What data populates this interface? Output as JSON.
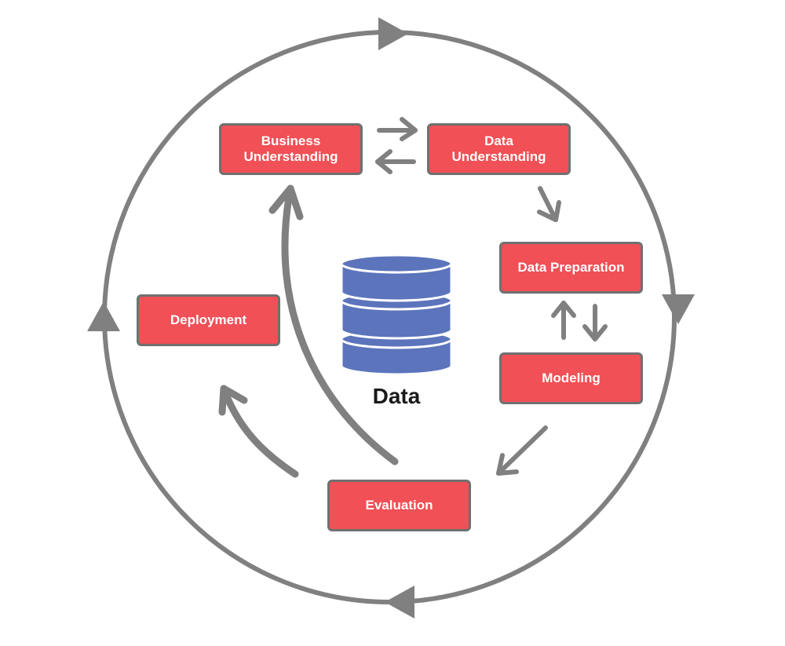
{
  "colors": {
    "box_fill": "#f05056",
    "box_border": "#707070",
    "arrow": "#808080",
    "database": "#5b74bb",
    "database_stroke": "#ffffff",
    "label": "#1a1a1a"
  },
  "center": {
    "icon": "database-icon",
    "label": "Data"
  },
  "phases": {
    "business_understanding": {
      "line1": "Business",
      "line2": "Understanding"
    },
    "data_understanding": {
      "line1": "Data",
      "line2": "Understanding"
    },
    "data_preparation": {
      "label": "Data Preparation"
    },
    "modeling": {
      "label": "Modeling"
    },
    "evaluation": {
      "label": "Evaluation"
    },
    "deployment": {
      "label": "Deployment"
    }
  }
}
